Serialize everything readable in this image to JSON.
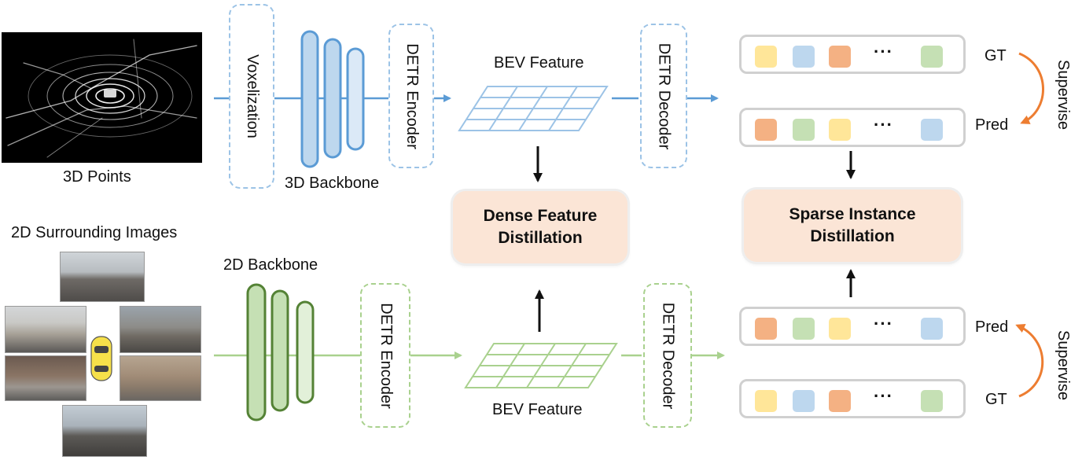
{
  "lidar": {
    "input_label": "3D Points",
    "voxel_label": "Voxelization",
    "backbone_label": "3D Backbone",
    "encoder_label": "DETR Encoder",
    "bev_label": "BEV Feature",
    "decoder_label": "DETR Decoder",
    "color": "#5b9bd5"
  },
  "camera": {
    "input_label": "2D Surrounding Images",
    "backbone_label": "2D Backbone",
    "encoder_label": "DETR Encoder",
    "bev_label": "BEV Feature",
    "decoder_label": "DETR Decoder",
    "color": "#70ad47"
  },
  "distillation": {
    "dense_line1": "Dense Feature",
    "dense_line2": "Distillation",
    "sparse_line1": "Sparse Instance",
    "sparse_line2": "Distillation"
  },
  "queries": {
    "gt_label": "GT",
    "pred_label": "Pred",
    "supervise_label": "Supervise",
    "dots": "···",
    "colors": {
      "yellow": "#ffe699",
      "blue": "#bdd7ee",
      "orange": "#f4b183",
      "green": "#c5e0b4"
    }
  },
  "colors": {
    "supervise_arrow": "#ed7d31",
    "distill_box": "#fbe5d6"
  }
}
